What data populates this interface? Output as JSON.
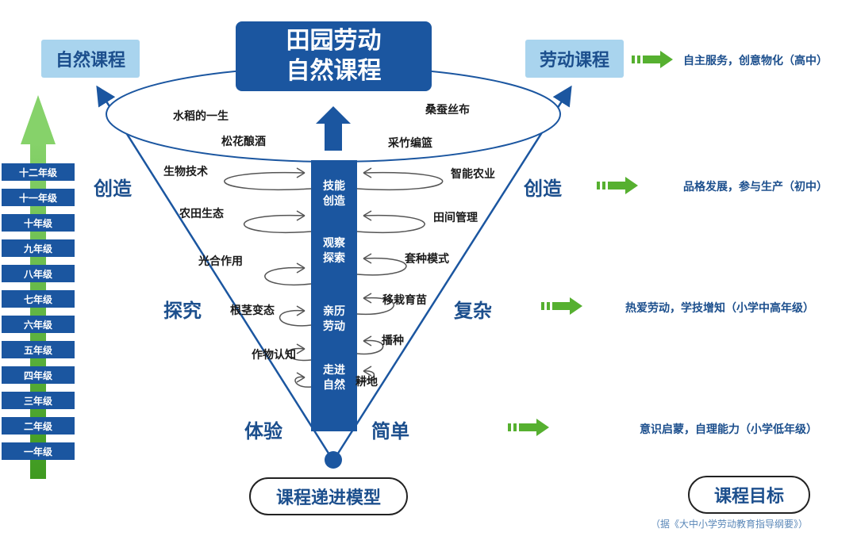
{
  "title": {
    "line1": "田园劳动",
    "line2": "自然课程"
  },
  "top_left_box": "自然课程",
  "top_right_box": "劳动课程",
  "top_projects": [
    "水稻的一生",
    "桑蚕丝布",
    "松花酿酒",
    "采竹编篮"
  ],
  "grades": [
    "十二年级",
    "十一年级",
    "十年级",
    "九年级",
    "八年级",
    "七年级",
    "六年级",
    "五年级",
    "四年级",
    "三年级",
    "二年级",
    "一年级"
  ],
  "left_words": {
    "create": "创造",
    "explore": "探究",
    "experience": "体验"
  },
  "right_words": {
    "create": "创造",
    "complex": "复杂",
    "simple": "简单"
  },
  "left_topics": [
    "生物技术",
    "农田生态",
    "光合作用",
    "根茎变态",
    "作物认知"
  ],
  "right_topics": [
    "智能农业",
    "田间管理",
    "套种模式",
    "移栽育苗",
    "播种",
    "耕地"
  ],
  "stages": [
    {
      "line1": "技能",
      "line2": "创造"
    },
    {
      "line1": "观察",
      "line2": "探索"
    },
    {
      "line1": "亲历",
      "line2": "劳动"
    },
    {
      "line1": "走进",
      "line2": "自然"
    }
  ],
  "goals": [
    "自主服务，创意物化（高中）",
    "品格发展，参与生产（初中）",
    "热爱劳动，学技增知（小学中高年级）",
    "意识启蒙，自理能力（小学低年级）"
  ],
  "model_label": "课程递进模型",
  "target_label": "课程目标",
  "source": "（据《大中小学劳动教育指导纲要》）",
  "colors": {
    "dark_blue": "#1b56a0",
    "light_blue": "#a9d4ee",
    "green": "#56b030"
  }
}
